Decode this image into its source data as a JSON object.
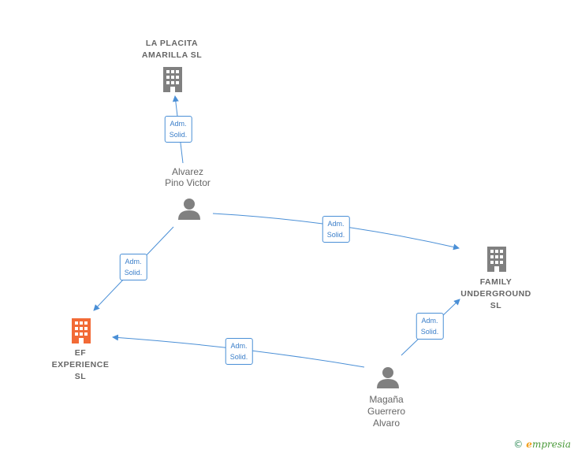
{
  "colors": {
    "edge": "#4a8fd6",
    "company": "#808080",
    "company_highlight": "#f26a36",
    "person": "#808080"
  },
  "nodes": {
    "la_placita": {
      "line1": "LA PLACITA",
      "line2": "AMARILLA  SL",
      "icon": "building-icon"
    },
    "family": {
      "line1": "FAMILY",
      "line2": "UNDERGROUND",
      "line3": "SL",
      "icon": "building-icon"
    },
    "ef": {
      "line1": "EF",
      "line2": "EXPERIENCE",
      "line3": "SL",
      "icon": "building-icon"
    },
    "alvarez": {
      "line1": "Alvarez",
      "line2": "Pino Victor",
      "icon": "person-icon"
    },
    "magana": {
      "line1": "Magaña",
      "line2": "Guerrero",
      "line3": "Alvaro",
      "icon": "person-icon"
    }
  },
  "edges": [
    {
      "line1": "Adm.",
      "line2": "Solid."
    },
    {
      "line1": "Adm.",
      "line2": "Solid."
    },
    {
      "line1": "Adm.",
      "line2": "Solid."
    },
    {
      "line1": "Adm.",
      "line2": "Solid."
    },
    {
      "line1": "Adm.",
      "line2": "Solid."
    }
  ],
  "footer": {
    "copyright": "©",
    "brand_initial": "e",
    "brand_rest": "mpresia"
  }
}
